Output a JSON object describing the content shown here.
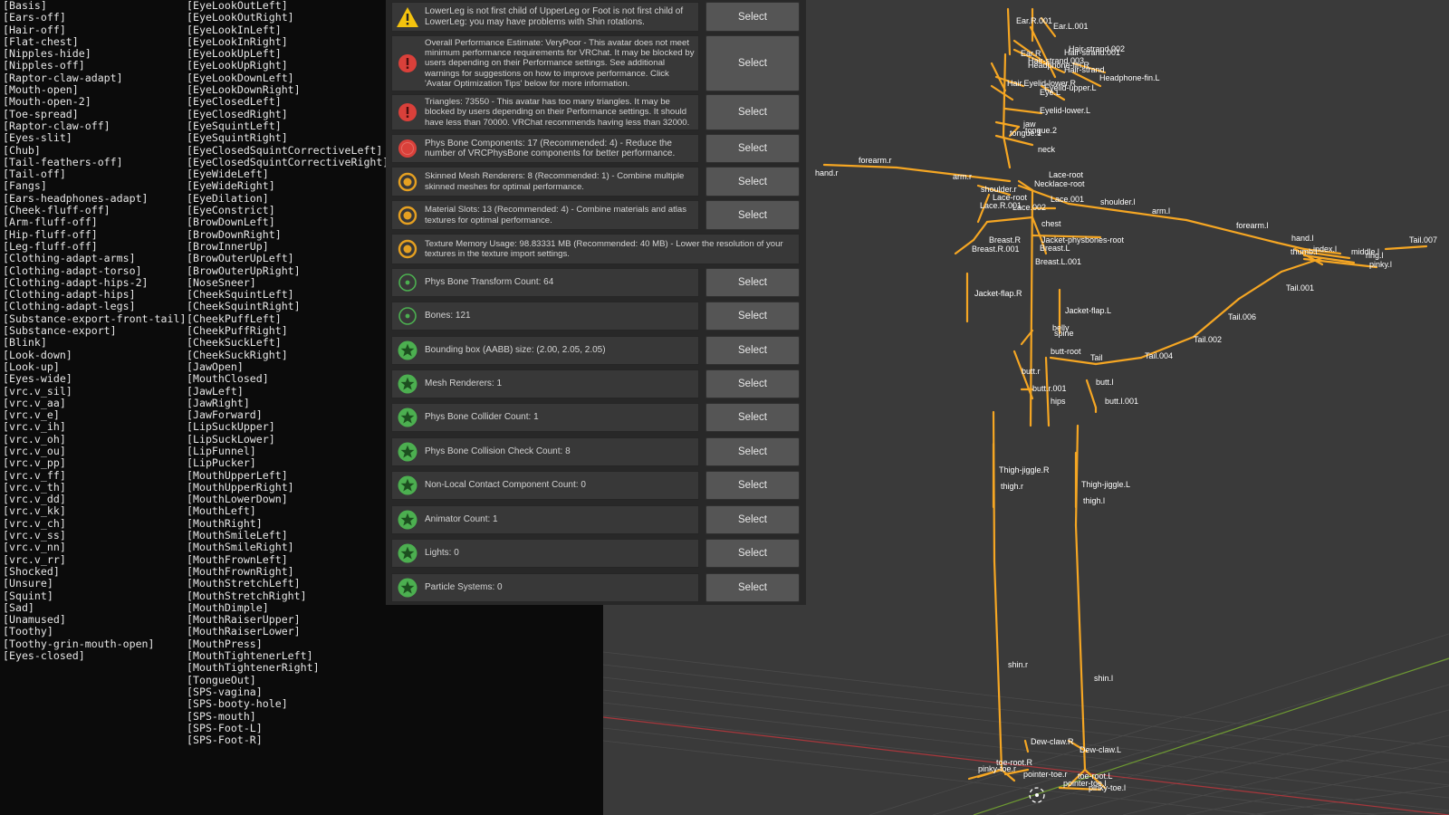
{
  "colors": {
    "viewport_bg": "#3a3a3a",
    "bone": "#f5a623",
    "grid": "#4a4a4a",
    "x_axis": "#a8373c",
    "y_axis": "#6e9a32",
    "panel_bg": "#282828",
    "row_bg": "#383838",
    "button_bg": "#555555",
    "warn_yellow": "#f4c30e",
    "error_red": "#d9403a",
    "info_orange": "#e5a021",
    "good_green": "#4caf50",
    "info_green_ring": "#4caf50"
  },
  "shape_keys": {
    "col1": [
      "[Basis]",
      "[Ears-off]",
      "[Hair-off]",
      "[Flat-chest]",
      "[Nipples-hide]",
      "[Nipples-off]",
      "[Raptor-claw-adapt]",
      "[Mouth-open]",
      "[Mouth-open-2]",
      "[Toe-spread]",
      "[Raptor-claw-off]",
      "[Eyes-slit]",
      "[Chub]",
      "[Tail-feathers-off]",
      "[Tail-off]",
      "[Fangs]",
      "[Ears-headphones-adapt]",
      "[Cheek-fluff-off]",
      "[Arm-fluff-off]",
      "[Hip-fluff-off]",
      "[Leg-fluff-off]",
      "[Clothing-adapt-arms]",
      "[Clothing-adapt-torso]",
      "[Clothing-adapt-hips-2]",
      "[Clothing-adapt-hips]",
      "[Clothing-adapt-legs]",
      "[Substance-export-front-tail]",
      "[Substance-export]",
      "[Blink]",
      "[Look-down]",
      "[Look-up]",
      "[Eyes-wide]",
      "[vrc.v_sil]",
      "[vrc.v_aa]",
      "[vrc.v_e]",
      "[vrc.v_ih]",
      "[vrc.v_oh]",
      "[vrc.v_ou]",
      "[vrc.v_pp]",
      "[vrc.v_ff]",
      "[vrc.v_th]",
      "[vrc.v_dd]",
      "[vrc.v_kk]",
      "[vrc.v_ch]",
      "[vrc.v_ss]",
      "[vrc.v_nn]",
      "[vrc.v_rr]",
      "[Shocked]",
      "[Unsure]",
      "[Squint]",
      "[Sad]",
      "[Unamused]",
      "[Toothy]",
      "[Toothy-grin-mouth-open]",
      "[Eyes-closed]"
    ],
    "col2": [
      "[EyeLookOutLeft]",
      "[EyeLookOutRight]",
      "[EyeLookInLeft]",
      "[EyeLookInRight]",
      "[EyeLookUpLeft]",
      "[EyeLookUpRight]",
      "[EyeLookDownLeft]",
      "[EyeLookDownRight]",
      "[EyeClosedLeft]",
      "[EyeClosedRight]",
      "[EyeSquintLeft]",
      "[EyeSquintRight]",
      "[EyeClosedSquintCorrectiveLeft]",
      "[EyeClosedSquintCorrectiveRight]",
      "[EyeWideLeft]",
      "[EyeWideRight]",
      "[EyeDilation]",
      "[EyeConstrict]",
      "[BrowDownLeft]",
      "[BrowDownRight]",
      "[BrowInnerUp]",
      "[BrowOuterUpLeft]",
      "[BrowOuterUpRight]",
      "[NoseSneer]",
      "[CheekSquintLeft]",
      "[CheekSquintRight]",
      "[CheekPuffLeft]",
      "[CheekPuffRight]",
      "[CheekSuckLeft]",
      "[CheekSuckRight]",
      "[JawOpen]",
      "[MouthClosed]",
      "[JawLeft]",
      "[JawRight]",
      "[JawForward]",
      "[LipSuckUpper]",
      "[LipSuckLower]",
      "[LipFunnel]",
      "[LipPucker]",
      "[MouthUpperLeft]",
      "[MouthUpperRight]",
      "[MouthLowerDown]",
      "[MouthLeft]",
      "[MouthRight]",
      "[MouthSmileLeft]",
      "[MouthSmileRight]",
      "[MouthFrownLeft]",
      "[MouthFrownRight]",
      "[MouthStretchLeft]",
      "[MouthStretchRight]",
      "[MouthDimple]",
      "[MouthRaiserUpper]",
      "[MouthRaiserLower]",
      "[MouthPress]",
      "[MouthTightenerLeft]",
      "[MouthTightenerRight]",
      "[TongueOut]",
      "[SPS-vagina]",
      "[SPS-booty-hole]",
      "[SPS-mouth]",
      "[SPS-Foot-L]",
      "[SPS-Foot-R]"
    ]
  },
  "performance": {
    "select_label": "Select",
    "rows": [
      {
        "icon": "warning-triangle-icon",
        "text": "LowerLeg is not first child of UpperLeg or Foot is not first child of LowerLeg: you may have problems with Shin rotations.",
        "has_select": true
      },
      {
        "icon": "error-exclamation-icon",
        "text": "Overall Performance Estimate: VeryPoor - This avatar does not meet minimum performance requirements for VRChat. It may be blocked by users depending on their Performance settings. See additional warnings for suggestions on how to improve performance. Click 'Avatar Optimization Tips' below for more information.",
        "has_select": true
      },
      {
        "icon": "error-exclamation-icon",
        "text": "Triangles: 73550 - This avatar has too many triangles. It may be blocked by users depending on their Performance settings. It should have less than 70000. VRChat recommends having less than 32000.",
        "has_select": true
      },
      {
        "icon": "very-poor-circle-icon",
        "text": "Phys Bone Components: 17 (Recommended: 4) - Reduce the number of VRCPhysBone components for better performance.",
        "has_select": true
      },
      {
        "icon": "poor-ring-icon",
        "text": "Skinned Mesh Renderers: 8 (Recommended: 1) - Combine multiple skinned meshes for optimal performance.",
        "has_select": true
      },
      {
        "icon": "poor-ring-icon",
        "text": "Material Slots: 13 (Recommended: 4) - Combine materials and atlas textures for optimal performance.",
        "has_select": true
      },
      {
        "icon": "poor-ring-icon",
        "text": "Texture Memory Usage: 98.83331 MB (Recommended: 40 MB) - Lower the resolution of your textures in the texture import settings.",
        "has_select": false
      },
      {
        "icon": "good-ring-icon",
        "text": "Phys Bone Transform Count: 64",
        "has_select": true
      },
      {
        "icon": "good-ring-icon",
        "text": "Bones: 121",
        "has_select": true
      },
      {
        "icon": "excellent-star-icon",
        "text": "Bounding box (AABB) size: (2.00, 2.05, 2.05)",
        "has_select": true
      },
      {
        "icon": "excellent-star-icon",
        "text": "Mesh Renderers: 1",
        "has_select": true
      },
      {
        "icon": "excellent-star-icon",
        "text": "Phys Bone Collider Count: 1",
        "has_select": true
      },
      {
        "icon": "excellent-star-icon",
        "text": "Phys Bone Collision Check Count: 8",
        "has_select": true
      },
      {
        "icon": "excellent-star-icon",
        "text": "Non-Local Contact Component Count: 0",
        "has_select": true
      },
      {
        "icon": "excellent-star-icon",
        "text": "Animator Count: 1",
        "has_select": true
      },
      {
        "icon": "excellent-star-icon",
        "text": "Lights: 0",
        "has_select": true
      },
      {
        "icon": "excellent-star-icon",
        "text": "Particle Systems: 0",
        "has_select": true
      }
    ]
  },
  "bone_labels": [
    "Ear.R.001",
    "Ear.L.001",
    "Hair-strand.002",
    "Hair-strand.001",
    "Ear.R",
    "Hair-strand.003",
    "Headphone-fin.R",
    "Hair-strand",
    "Headphone-fin.L",
    "Hair.Eyelid-lower.R",
    "Eyelid-upper.L",
    "Eye.L",
    "Eyelid-lower.L",
    "jaw",
    "tongue.1",
    "tongue.2",
    "neck",
    "forearm.r",
    "arm.r",
    "Lace-root",
    "Necklace-root",
    "shoulder.r",
    "shoulder.l",
    "Lace.001",
    "Lace-root",
    "arm.l",
    "Lace.002",
    "Lace.R.001",
    "chest",
    "forearm.l",
    "hand.l",
    "Tail.007",
    "Breast.R",
    "Breast.R.001",
    "Jacket-physbones-root",
    "Breast.L",
    "Breast.L.001",
    "Tail.001",
    "Jacket-flap.R",
    "Jacket-flap.L",
    "Tail.006",
    "belly",
    "spine",
    "butt-root",
    "Tail",
    "Tail.004",
    "Tail.002",
    "butt.r",
    "butt.l",
    "butt.r.001",
    "butt.l.001",
    "hips",
    "Thigh-jiggle.R",
    "thigh.r",
    "Thigh-jiggle.L",
    "thigh.l",
    "shin.r",
    "shin.l",
    "Dew-claw.R",
    "Dew-claw.L",
    "toe-root.R",
    "toe-root.L",
    "pinky-toe.r",
    "pointer-toe.r",
    "pointer-toe.l",
    "pinky-toe.l",
    "thumb.l",
    "index.l",
    "middle.l",
    "ring.l",
    "pinky.l",
    "hand.r"
  ]
}
